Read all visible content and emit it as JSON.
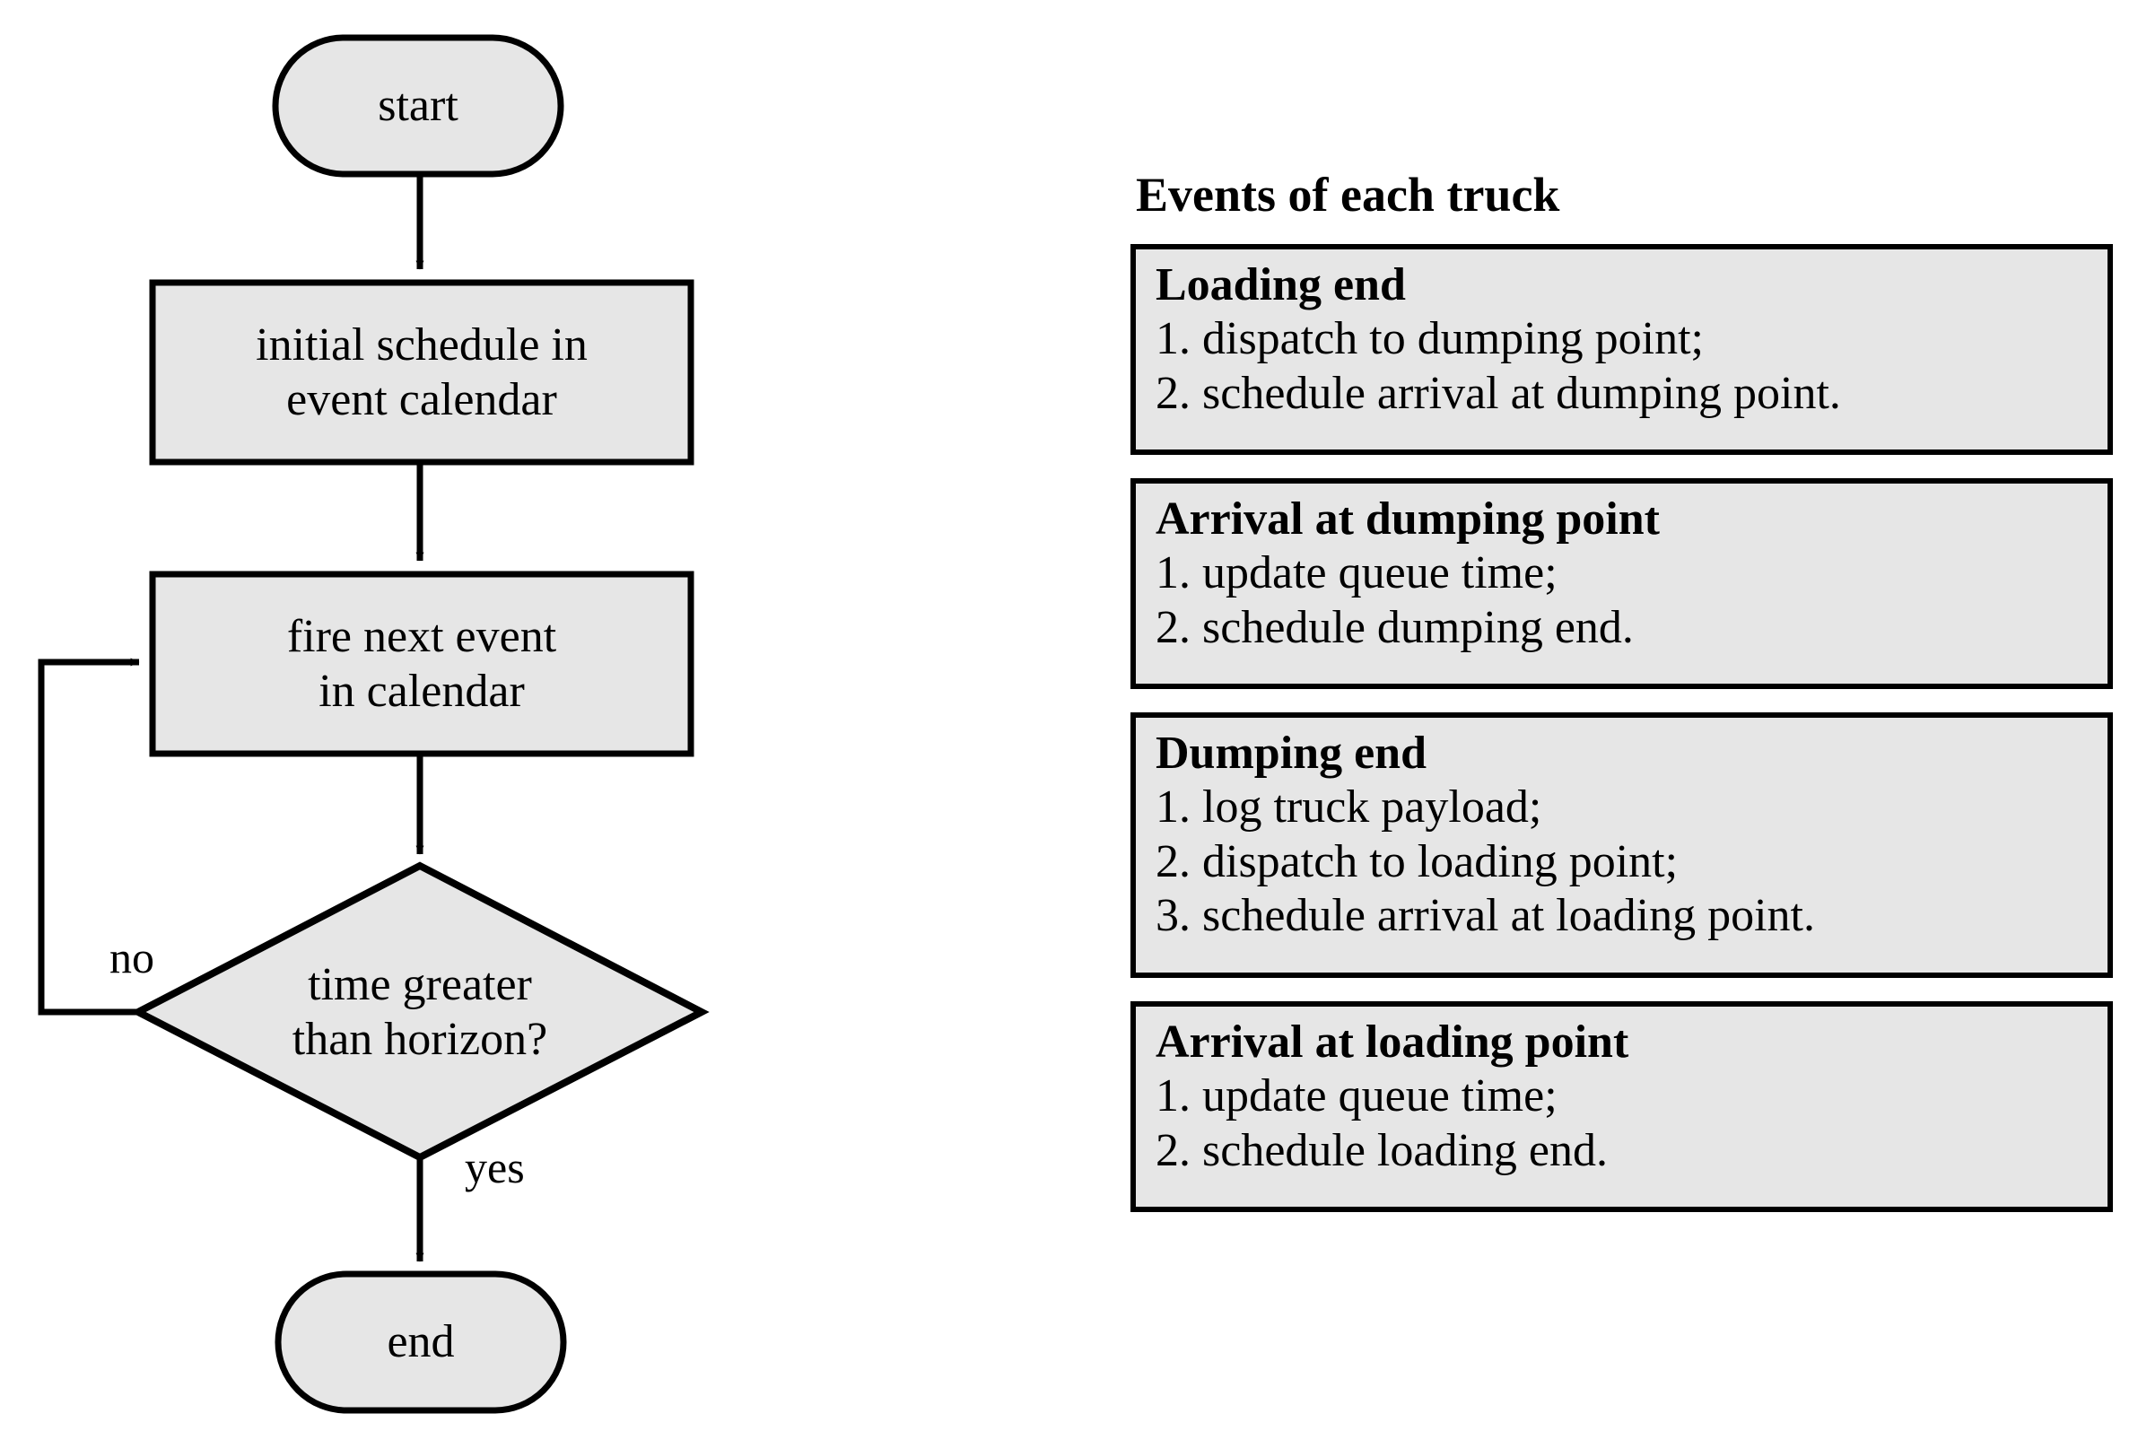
{
  "flowchart": {
    "nodes": {
      "start": {
        "label": "start",
        "shape": "terminator"
      },
      "initial_schedule": {
        "label": "initial schedule in\nevent calendar",
        "line1": "initial schedule in",
        "line2": "event calendar",
        "shape": "process"
      },
      "fire_event": {
        "label": "fire next event\nin calendar",
        "line1": "fire next event",
        "line2": "in calendar",
        "shape": "process"
      },
      "decision": {
        "label": "time greater\nthan horizon?",
        "line1": "time greater",
        "line2": "than horizon?",
        "shape": "decision"
      },
      "end": {
        "label": "end",
        "shape": "terminator"
      }
    },
    "edge_labels": {
      "no": "no",
      "yes": "yes"
    }
  },
  "events_panel": {
    "heading": "Events of each truck",
    "boxes": [
      {
        "title": "Loading end",
        "steps": [
          "1. dispatch to dumping point;",
          "2. schedule arrival at dumping point."
        ]
      },
      {
        "title": "Arrival at dumping point",
        "steps": [
          "1. update queue time;",
          "2. schedule dumping end."
        ]
      },
      {
        "title": "Dumping end",
        "steps": [
          "1. log truck payload;",
          "2. dispatch to loading point;",
          "3. schedule arrival at loading point."
        ]
      },
      {
        "title": "Arrival at loading point",
        "steps": [
          "1. update queue time;",
          "2. schedule loading end."
        ]
      }
    ]
  },
  "colors": {
    "node_fill": "#e6e6e6",
    "stroke": "#000000",
    "background": "#ffffff"
  }
}
